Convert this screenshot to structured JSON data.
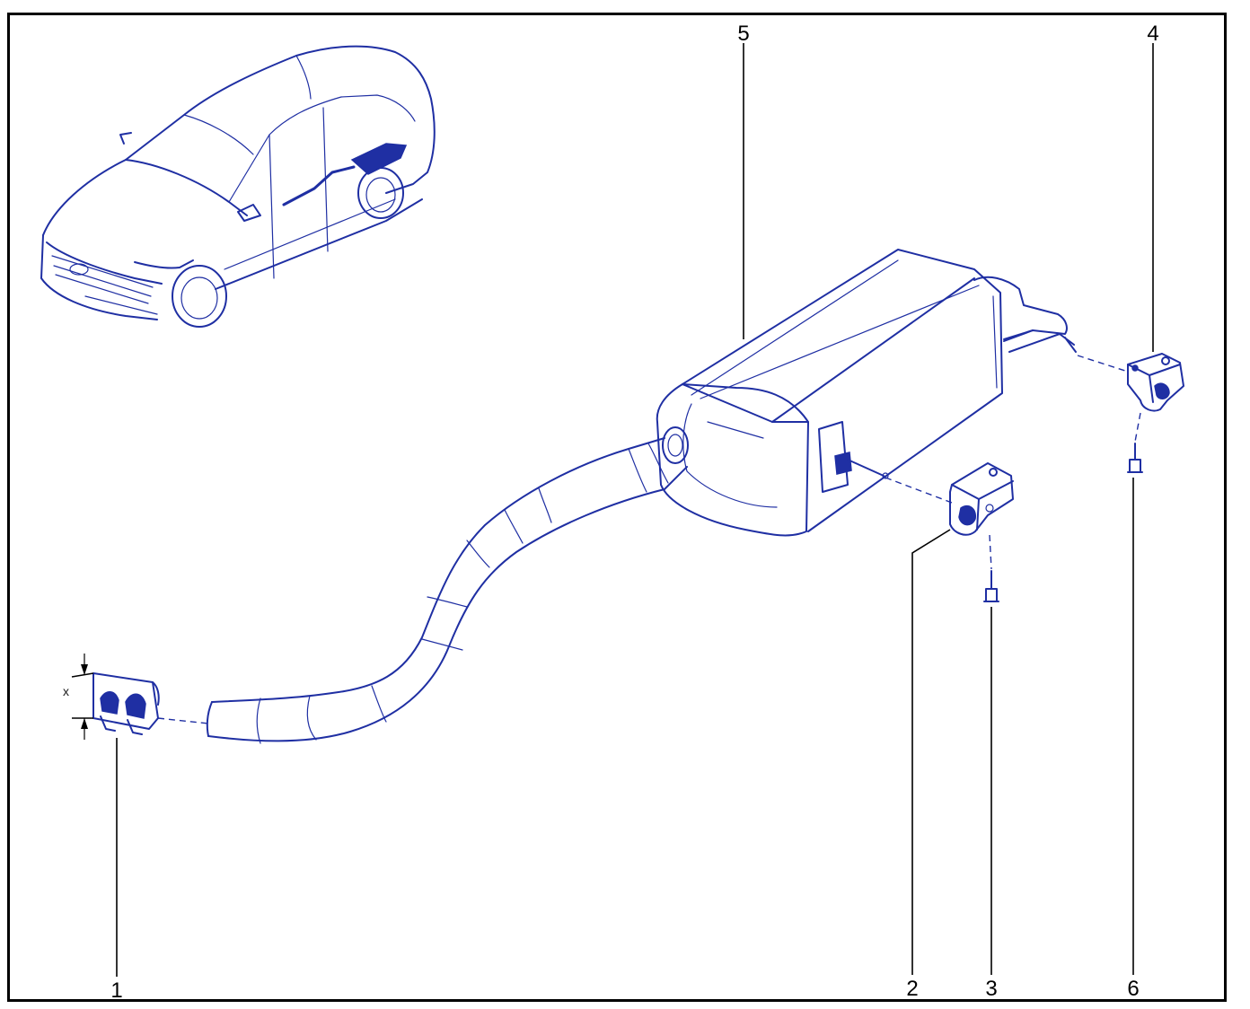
{
  "diagram": {
    "line_color": "#1f2fa3",
    "callouts": {
      "c1": "1",
      "c2": "2",
      "c3": "3",
      "c4": "4",
      "c5": "5",
      "c6": "6"
    },
    "dimension_label": "x"
  },
  "icons": {
    "car": "car-icon",
    "clamp": "exhaust-clamp-icon",
    "rear_muffler": "rear-muffler-icon",
    "mounting_rubber": "mounting-rubber-icon",
    "bolt": "bolt-icon"
  }
}
